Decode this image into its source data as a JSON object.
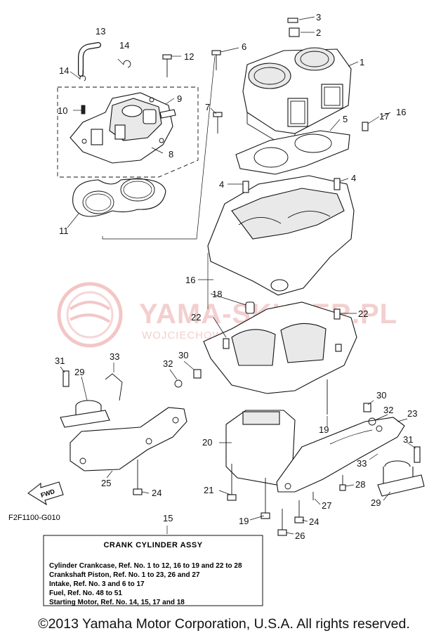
{
  "watermark": {
    "title": "YAMA-SKUTER.PL",
    "subtitle": "WOJCIECHOWSKI DEALER YAMAHA"
  },
  "callouts": {
    "n1": "1",
    "n2": "2",
    "n3": "3",
    "n4a": "4",
    "n4b": "4",
    "n5": "5",
    "n6": "6",
    "n7": "7",
    "n8": "8",
    "n9": "9",
    "n10": "10",
    "n11": "11",
    "n12": "12",
    "n13": "13",
    "n14a": "14",
    "n14b": "14",
    "n15": "15",
    "n16a": "16",
    "n16b": "16",
    "n17": "17",
    "n18": "18",
    "n19a": "19",
    "n19b": "19",
    "n20": "20",
    "n21": "21",
    "n22a": "22",
    "n22b": "22",
    "n23": "23",
    "n24a": "24",
    "n24b": "24",
    "n25": "25",
    "n26": "26",
    "n27": "27",
    "n28": "28",
    "n29a": "29",
    "n29b": "29",
    "n30a": "30",
    "n30b": "30",
    "n31a": "31",
    "n31b": "31",
    "n32a": "32",
    "n32b": "32",
    "n33a": "33",
    "n33b": "33"
  },
  "fwd_label": "FWD",
  "diagram_code": "F2F1100-G010",
  "info_box": {
    "title": "CRANK CYLINDER ASSY",
    "lines": [
      "Cylinder Crankcase, Ref. No. 1 to 12, 16 to 19 and 22 to 28",
      "Crankshaft Piston,  Ref. No. 1 to 23, 26 and 27",
      "Intake, Ref. No. 3 and 6 to 17",
      "Fuel, Ref. No. 48 to 51",
      "Starting Motor, Ref. No. 14, 15, 17 and 18"
    ]
  },
  "copyright": "©2013 Yamaha Motor Corporation, U.S.A. All rights reserved."
}
